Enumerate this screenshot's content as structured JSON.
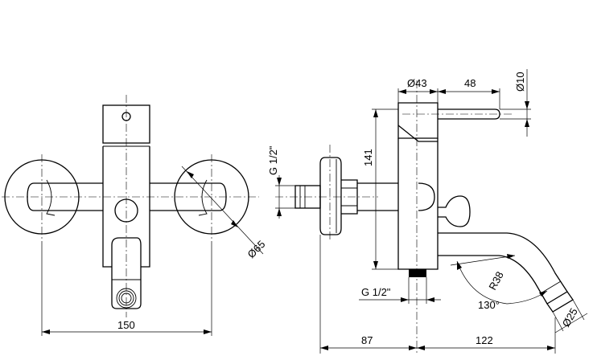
{
  "dimensions": {
    "front_width": "150",
    "rosette_diameter": "Ø65",
    "wall_depth": "87",
    "spout_projection": "122",
    "body_diameter": "Ø43",
    "lever_length": "48",
    "lever_diameter": "Ø10",
    "height": "141",
    "inlet_thread_top": "G 1/2\"",
    "outlet_thread": "G 1/2\"",
    "spout_radius": "R38",
    "spout_angle": "130°",
    "spout_tip_diameter": "Ø25"
  }
}
